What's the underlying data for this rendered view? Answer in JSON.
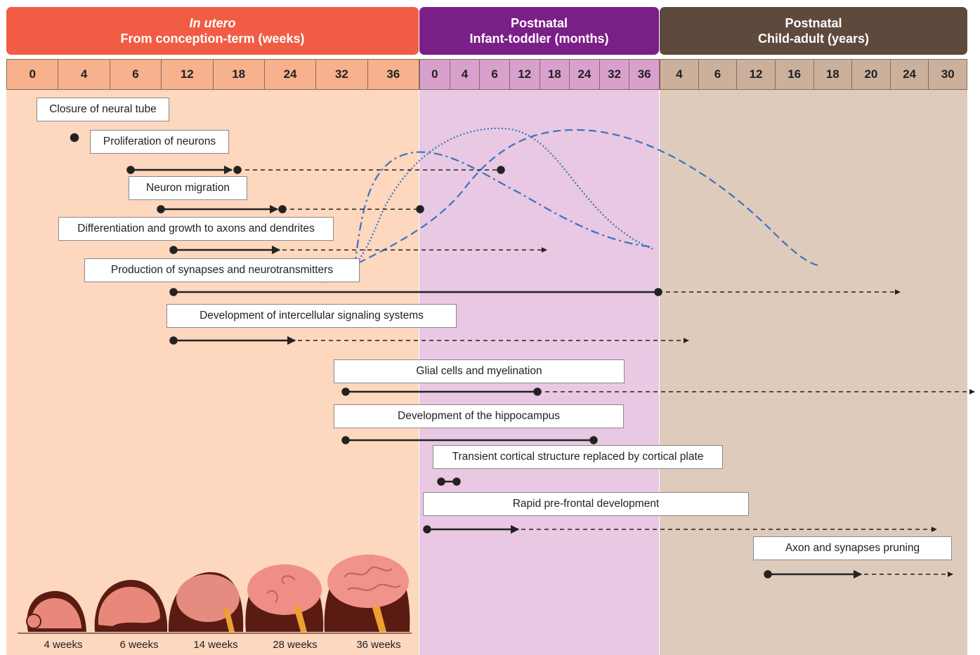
{
  "colors": {
    "utero_header": "#f25c45",
    "infant_header": "#7b1f88",
    "child_header": "#5e493d",
    "utero_band": "#fdd7be",
    "infant_band": "#e8c8e2",
    "child_band": "#dfcbbb",
    "utero_ticks": "#f7b18d",
    "infant_ticks": "#d8a0cd",
    "child_ticks": "#cbb09c",
    "curve": "#3a74c0",
    "line": "#222222"
  },
  "headers": {
    "utero": {
      "line1": "In utero",
      "line2": "From conception-term (weeks)"
    },
    "infant": {
      "line1": "Postnatal",
      "line2": "Infant-toddler (months)"
    },
    "child": {
      "line1": "Postnatal",
      "line2": "Child-adult (years)"
    }
  },
  "ticks": {
    "utero": [
      "0",
      "4",
      "6",
      "12",
      "18",
      "24",
      "32",
      "36"
    ],
    "infant": [
      "0",
      "4",
      "6",
      "12",
      "18",
      "24",
      "32",
      "36"
    ],
    "child": [
      "4",
      "6",
      "12",
      "16",
      "18",
      "20",
      "24",
      "30"
    ]
  },
  "processes": [
    "Closure of neural tube",
    "Proliferation of neurons",
    "Neuron migration",
    "Differentiation and growth to axons and dendrites",
    "Production of synapses and neurotransmitters",
    "Development of intercellular signaling systems",
    "Glial cells and myelination",
    "Development of the hippocampus",
    "Transient cortical structure replaced by cortical plate",
    "Rapid pre-frontal development",
    "Axon and synapses pruning"
  ],
  "stages": [
    "4 weeks",
    "6 weeks",
    "14 weeks",
    "28 weeks",
    "36 weeks"
  ]
}
